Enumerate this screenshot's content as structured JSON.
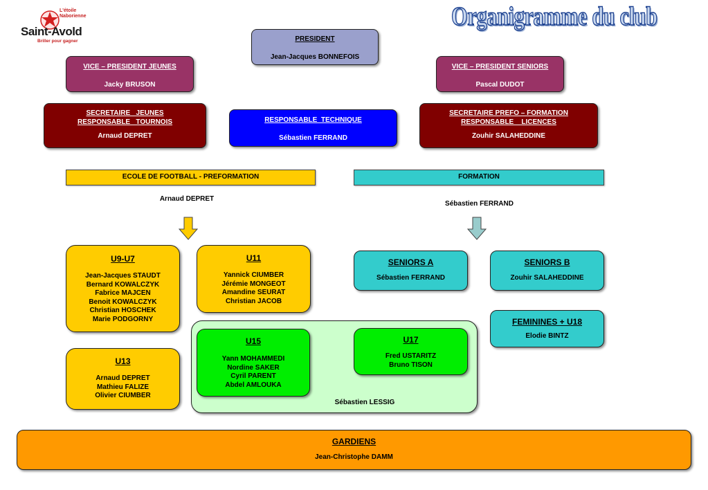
{
  "title": "Organigramme du club",
  "logo": {
    "line1": "L'étoile",
    "line2": "Naborienne",
    "name": "Saint-Avold",
    "slogan": "Briller pour gagner"
  },
  "president": {
    "role": "PRESIDENT",
    "name": "Jean-Jacques BONNEFOIS"
  },
  "vp_jeunes": {
    "role": "VICE – PRESIDENT JEUNES",
    "name": "Jacky BRUSON"
  },
  "vp_seniors": {
    "role": "VICE – PRESIDENT SENIORS",
    "name": "Pascal DUDOT"
  },
  "sec_jeunes": {
    "role1": "SECRETAIRE   JEUNES",
    "role2": "RESPONSABLE   TOURNOIS",
    "name": "Arnaud DEPRET"
  },
  "resp_tech": {
    "role": "RESPONSABLE  TECHNIQUE",
    "name": "Sébastien FERRAND"
  },
  "sec_prefo": {
    "role1": "SECRETAIRE PREFO – FORMATION",
    "role2": "RESPONSABLE    LICENCES",
    "name": "Zouhir SALAHEDDINE"
  },
  "ecole": {
    "label": "ECOLE DE FOOTBALL - PREFORMATION",
    "leader": "Arnaud DEPRET"
  },
  "formation": {
    "label": "FORMATION",
    "leader": "Sébastien FERRAND"
  },
  "u9": {
    "title": "U9-U7",
    "names": [
      "Jean-Jacques STAUDT",
      "Bernard KOWALCZYK",
      "Fabrice MAJCEN",
      "Benoit KOWALCZYK",
      "Christian HOSCHEK",
      "Marie PODGORNY"
    ]
  },
  "u11": {
    "title": "U11",
    "names": [
      "Yannick CIUMBER",
      "Jérémie MONGEOT",
      "Amandine SEURAT",
      "Christian JACOB"
    ]
  },
  "u13": {
    "title": "U13",
    "names": [
      "Arnaud DEPRET",
      "Mathieu FALIZE",
      "Olivier CIUMBER"
    ]
  },
  "u15": {
    "title": "U15",
    "names": [
      "Yann MOHAMMEDI",
      "Nordine SAKER",
      "Cyril PARENT",
      "Abdel AMLOUKA"
    ]
  },
  "u17": {
    "title": "U17",
    "names": [
      "Fred USTARITZ",
      "Bruno TISON"
    ]
  },
  "lessig": {
    "name": "Sébastien LESSIG"
  },
  "seniors_a": {
    "title": "SENIORS A",
    "name": "Sébastien FERRAND"
  },
  "seniors_b": {
    "title": "SENIORS B",
    "name": "Zouhir SALAHEDDINE"
  },
  "feminines": {
    "title": "FEMININES + U18",
    "name": "Elodie BINTZ"
  },
  "gardiens": {
    "title": "GARDIENS",
    "name": "Jean-Christophe DAMM"
  },
  "colors": {
    "president": "#9aa0cc",
    "vice_president": "#993366",
    "secretary": "#800000",
    "technical": "#0000ff",
    "ecole": "#ffcc00",
    "formation": "#33cccc",
    "youth_teams": "#ffcc00",
    "u15_u17": "#00ee00",
    "u15_u17_group": "#ccffcc",
    "seniors": "#33cccc",
    "gardiens": "#ff9900",
    "title": "#1a3f8f"
  }
}
